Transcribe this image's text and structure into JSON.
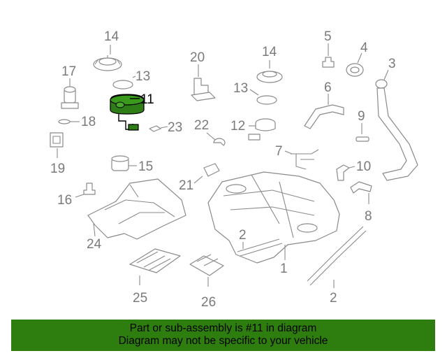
{
  "diagram": {
    "highlight_color": "#1f7a10",
    "callouts": {
      "c1": "1",
      "c2a": "2",
      "c2b": "2",
      "c3": "3",
      "c4": "4",
      "c5": "5",
      "c6": "6",
      "c7": "7",
      "c8": "8",
      "c9": "9",
      "c10": "10",
      "c11": "11",
      "c12": "12",
      "c13a": "13",
      "c13b": "13",
      "c14a": "14",
      "c14b": "14",
      "c15": "15",
      "c16": "16",
      "c17": "17",
      "c18": "18",
      "c19": "19",
      "c20": "20",
      "c21": "21",
      "c22": "22",
      "c23": "23",
      "c24": "24",
      "c25": "25",
      "c26": "26"
    }
  },
  "banner": {
    "line1": "Part or sub-assembly is #11 in diagram",
    "line2": "Diagram may not be specific to your vehicle",
    "background": "#2e7d0f"
  }
}
